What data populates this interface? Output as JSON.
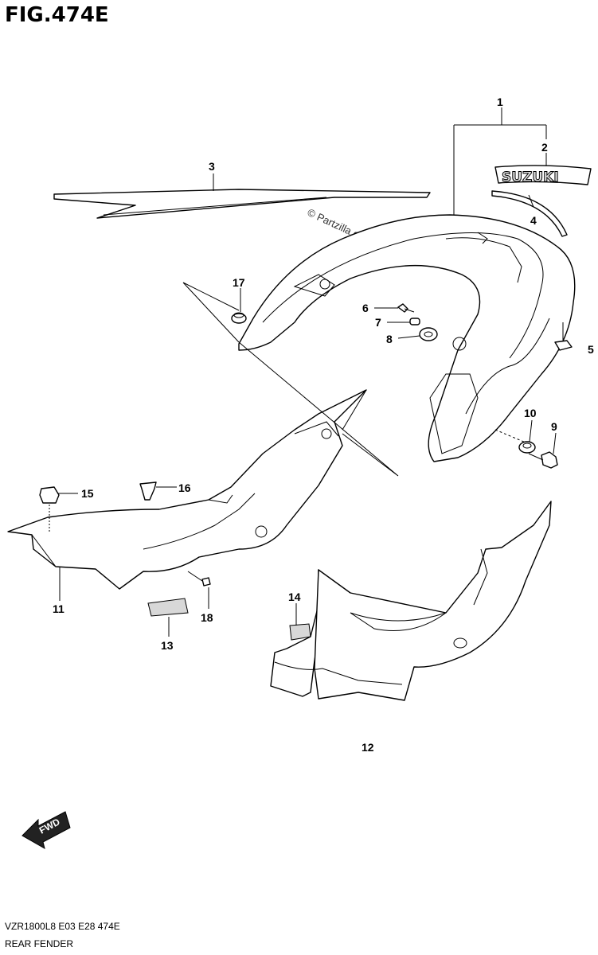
{
  "figure": {
    "title": "FIG.474E",
    "watermark": "© Partzilla.com",
    "model_code": "VZR1800L8  E03  E28  474E",
    "section_name": "REAR FENDER",
    "fwd_label": "FWD",
    "logo_text": "SUZUKI"
  },
  "callouts": [
    {
      "id": "1",
      "label": "1"
    },
    {
      "id": "2",
      "label": "2"
    },
    {
      "id": "3",
      "label": "3"
    },
    {
      "id": "4",
      "label": "4"
    },
    {
      "id": "5",
      "label": "5"
    },
    {
      "id": "6",
      "label": "6"
    },
    {
      "id": "7",
      "label": "7"
    },
    {
      "id": "8",
      "label": "8"
    },
    {
      "id": "9",
      "label": "9"
    },
    {
      "id": "10",
      "label": "10"
    },
    {
      "id": "11",
      "label": "11"
    },
    {
      "id": "12",
      "label": "12"
    },
    {
      "id": "13",
      "label": "13"
    },
    {
      "id": "14",
      "label": "14"
    },
    {
      "id": "15",
      "label": "15"
    },
    {
      "id": "16",
      "label": "16"
    },
    {
      "id": "17",
      "label": "17"
    },
    {
      "id": "18",
      "label": "18"
    }
  ]
}
